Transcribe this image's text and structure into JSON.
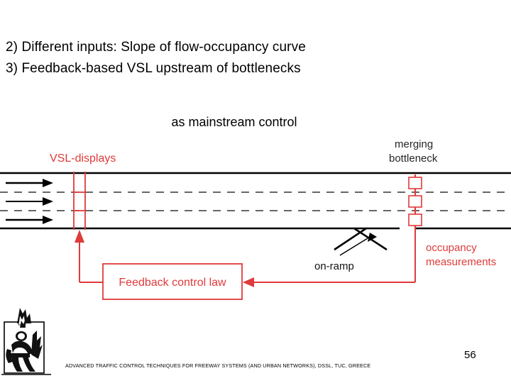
{
  "slide": {
    "bullets": [
      "2) Different inputs: Slope of flow-occupancy curve",
      "3) Feedback-based VSL upstream of bottlenecks"
    ],
    "subtitle": "as mainstream control"
  },
  "diagram": {
    "labels": {
      "vsl_displays": "VSL-displays",
      "merging_bottleneck_line1": "merging",
      "merging_bottleneck_line2": "bottleneck",
      "on_ramp": "on-ramp",
      "occupancy_line1": "occupancy",
      "occupancy_line2": "measurements",
      "feedback_box": "Feedback control law"
    },
    "colors": {
      "accent_red": "#e03a3a",
      "road_black": "#000000",
      "lane_dash": "#333333",
      "label_dark": "#262626"
    },
    "lanes": 3,
    "flow_arrows": 3,
    "detector_boxes": 3
  },
  "footer": {
    "text": "ADVANCED TRAFFIC CONTROL TECHNIQUES FOR FREEWAY SYSTEMS (AND URBAN NETWORKS), DSSL, TUC, GREECE",
    "page_number": "56"
  }
}
